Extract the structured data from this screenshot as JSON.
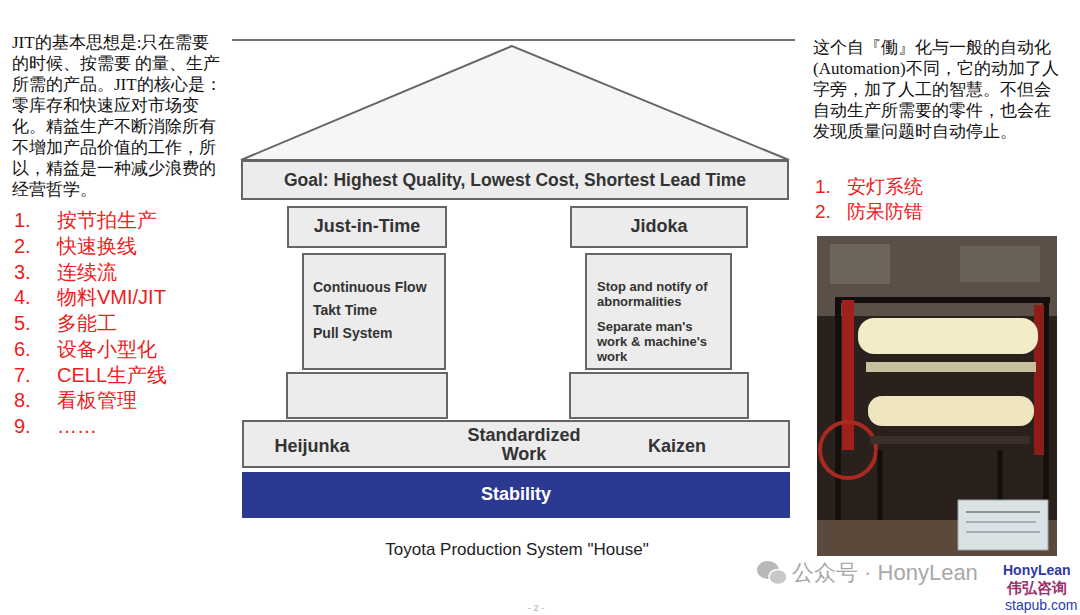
{
  "diagram": {
    "caption": "Toyota Production System \"House\"",
    "nodes": [
      {
        "text": [
          "Goal: Highest Quality, Lowest Cost, Shortest Lead Time"
        ]
      },
      {
        "text": [
          "Just-in-Time"
        ]
      },
      {
        "text": [
          "Jidoka"
        ]
      },
      {
        "text": [
          "Continuous Flow",
          "Takt Time",
          "Pull System"
        ]
      },
      {
        "text": [
          "Stop and notify of abnormalities",
          "Separate man's work & machine's work"
        ]
      },
      {
        "text": [
          "Heijunka",
          "Standardized Work",
          "Kaizen"
        ]
      },
      {
        "text": [
          "Stability"
        ]
      }
    ],
    "labels": [
      "JIT的基本思想是:只在需要的时候、按需要 的量、生产所需的产品。JIT的核心是：零库存和快速应对市场变化。精益生产不断消除所有不增加产品价值的工作，所以，精益是一种减少浪费的经营哲学。",
      "1.",
      "按节拍生产",
      "2.",
      "快速换线",
      "3.",
      "连续流",
      "4.",
      "物料VMI/JIT",
      "5.",
      "多能工",
      "6.",
      "设备小型化",
      "7.",
      "CELL生产线",
      "8.",
      "看板管理",
      "9.",
      "……",
      "这个自『働』化与一般的自动化(Automation)不同，它的动加了人字旁，加了人工的智慧。不但会自动生产所需要的零件，也会在发现质量问题时自动停止。",
      "1.",
      "安灯系统",
      "2.",
      "防呆防错",
      "公众号 · HonyLean",
      "HonyLean",
      "伟弘咨询",
      "stapub.com",
      "- 2 -"
    ]
  }
}
